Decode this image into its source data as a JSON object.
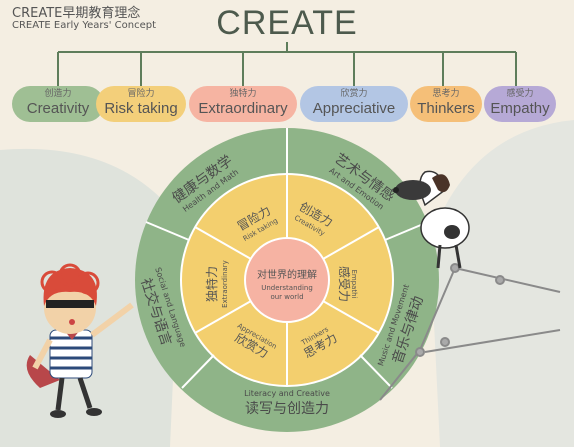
{
  "header": {
    "title_cn": "CREATE早期教育理念",
    "title_en": "CREATE Early Years' Concept",
    "main_title": "CREATE"
  },
  "pills": [
    {
      "cn": "创造力",
      "en": "Creativity",
      "color": "#9fbf94"
    },
    {
      "cn": "冒险力",
      "en": "Risk taking",
      "color": "#f3cf7a"
    },
    {
      "cn": "独特力",
      "en": "Extraordinary",
      "color": "#f6b4a2"
    },
    {
      "cn": "欣赏力",
      "en": "Appreciative",
      "color": "#b3c6e4"
    },
    {
      "cn": "思考力",
      "en": "Thinkers",
      "color": "#f5bf78"
    },
    {
      "cn": "感受力",
      "en": "Empathy",
      "color": "#b6a9d6"
    }
  ],
  "wheel": {
    "center_cn": "对世界的理解",
    "center_en_1": "Understanding",
    "center_en_2": "our world",
    "inner": [
      {
        "cn": "创造力",
        "en": "Creativity"
      },
      {
        "cn": "冒险力",
        "en": "Risk taking"
      },
      {
        "cn": "独特力",
        "en": "Extraordinary"
      },
      {
        "cn": "欣赏力",
        "en": "Appreciation"
      },
      {
        "cn": "思考力",
        "en": "Thinkers"
      },
      {
        "cn": "感受力",
        "en": "Empathi"
      }
    ],
    "outer": [
      {
        "cn": "健康与数学",
        "en": "Health and Math"
      },
      {
        "cn": "艺术与情感",
        "en": "Art and Emotion"
      },
      {
        "cn": "社交与语言",
        "en": "Social and Language"
      },
      {
        "cn": "音乐与律动",
        "en": "Music and Movement"
      },
      {
        "cn": "读写与创造力",
        "en": "Literacy and Creative"
      }
    ]
  },
  "colors": {
    "background": "#f4eee2",
    "outer_ring": "#8fb488",
    "inner_ring": "#f3cf6e",
    "center": "#f6b3a3",
    "connector": "#5e7d5b"
  }
}
